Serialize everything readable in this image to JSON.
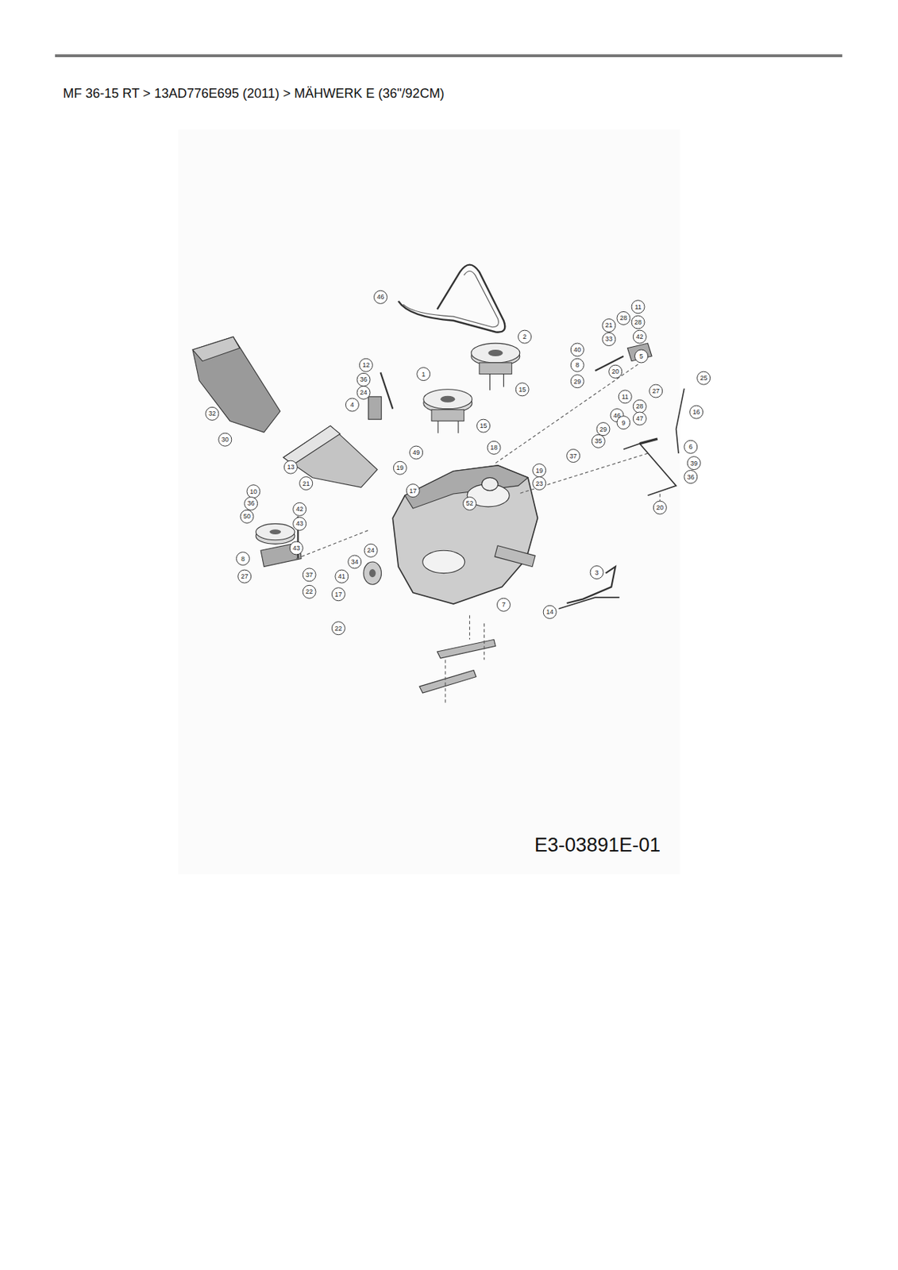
{
  "diagram": {
    "title": "MF 36-15 RT  >  13AD776E695 (2011)  >  MÄHWERK E (36\"/92CM)",
    "labels": [
      "E3-03891E-01",
      "46",
      "2",
      "1",
      "15",
      "15",
      "12",
      "36",
      "24",
      "4",
      "32",
      "30",
      "13",
      "21",
      "11",
      "28",
      "21",
      "28",
      "42",
      "33",
      "5",
      "40",
      "8",
      "29",
      "20",
      "27",
      "25",
      "16",
      "11",
      "28",
      "46",
      "29",
      "47",
      "9",
      "35",
      "37",
      "6",
      "39",
      "36",
      "20",
      "18",
      "49",
      "19",
      "17",
      "52",
      "19",
      "23",
      "10",
      "36",
      "50",
      "42",
      "43",
      "8",
      "43",
      "27",
      "37",
      "22",
      "24",
      "34",
      "41",
      "17",
      "22",
      "7",
      "3",
      "14"
    ]
  }
}
